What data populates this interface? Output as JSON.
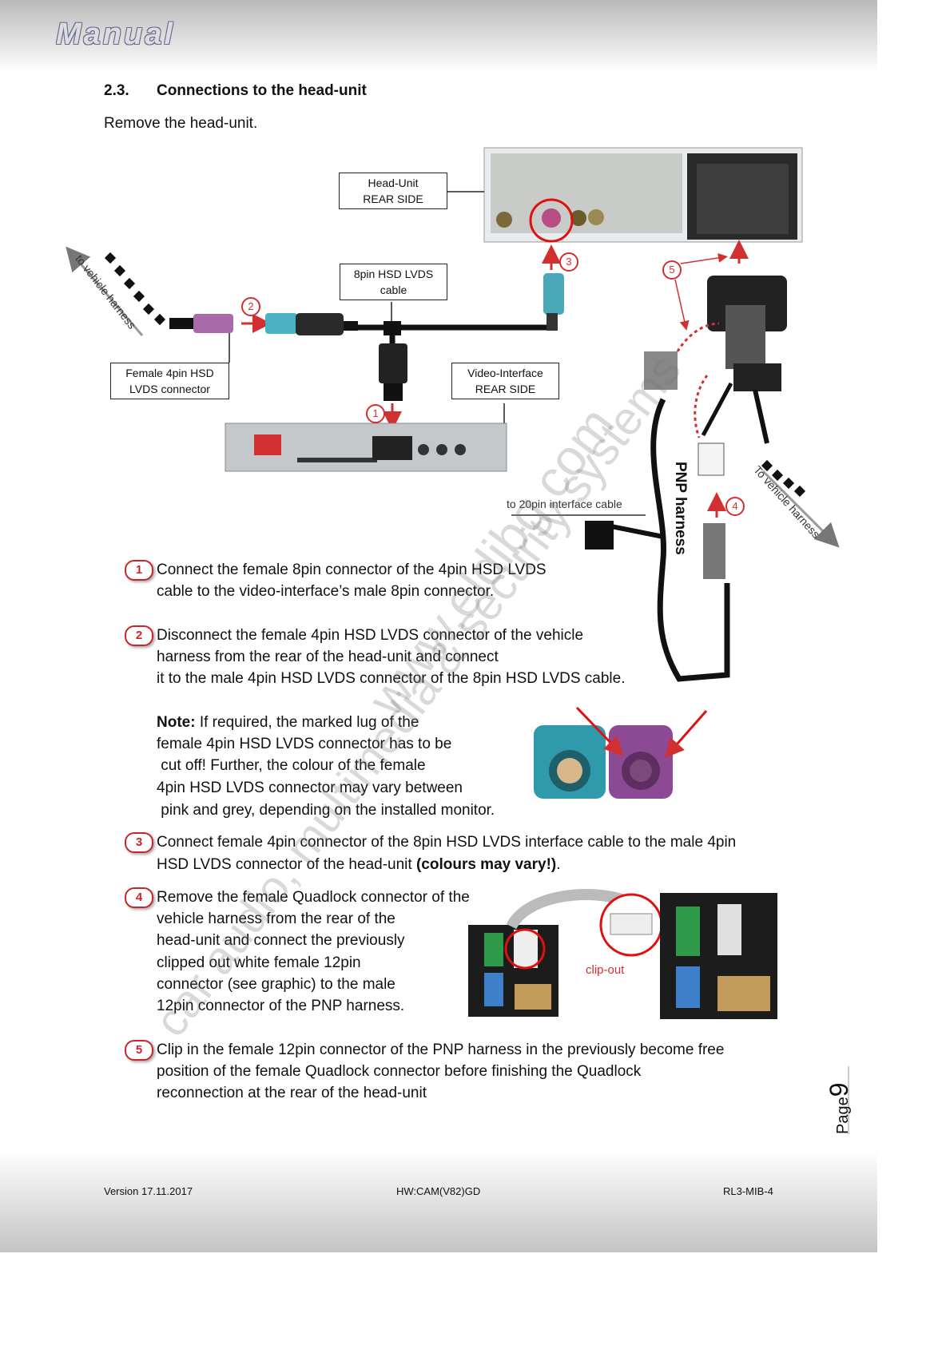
{
  "header": {
    "brand": "Manual"
  },
  "section": {
    "number": "2.3.",
    "title": "Connections to the head-unit"
  },
  "intro": "Remove the head-unit.",
  "labels": {
    "head_unit_line1": "Head-Unit",
    "head_unit_line2": "REAR SIDE",
    "cable_line1": "8pin HSD LVDS",
    "cable_line2": "cable",
    "female_line1": "Female 4pin HSD",
    "female_line2": "LVDS connector",
    "video_line1": "Video-Interface",
    "video_line2": "REAR SIDE",
    "to_vehicle_left": "to vehicle harness",
    "to_vehicle_right": "To vehicle harness",
    "pnp_harness": "PNP harness",
    "to_20pin": "to 20pin interface cable",
    "clip_out": "clip-out"
  },
  "badges": [
    "1",
    "2",
    "3",
    "4",
    "5"
  ],
  "steps": {
    "s1": {
      "num": "1",
      "l1": "Connect the female 8pin connector of the 4pin HSD LVDS",
      "l2": "cable to the  video-interface’s male 8pin connector."
    },
    "s2": {
      "num": "2",
      "l1": "Disconnect  the female 4pin HSD LVDS connector of the vehicle",
      "l2": "harness  from the rear of the head-unit and connect",
      "l3": "it to the male 4pin HSD LVDS connector of the 8pin HSD LVDS cable."
    },
    "note": {
      "label": "Note:",
      "l1": " If required, the marked lug of the",
      "l2": "female 4pin HSD LVDS connector has to be",
      "l3": " cut off! Further, the colour of the female",
      "l4": "4pin HSD LVDS connector may vary between",
      "l5": " pink and grey, depending on the installed monitor."
    },
    "s3": {
      "num": "3",
      "l1": "Connect female 4pin connector of the 8pin HSD LVDS interface cable to the male 4pin",
      "l2a": "HSD LVDS connector of the head-unit ",
      "l2b": "(colours may vary!)",
      "l2c": "."
    },
    "s4": {
      "num": "4",
      "l1": "Remove the female Quadlock connector of the",
      "l2": "vehicle harness from the rear of the",
      "l3": "head-unit and connect the previously",
      "l4": "clipped out white female 12pin",
      "l5": "connector (see graphic) to the male",
      "l6": "12pin connector of the PNP harness."
    },
    "s5": {
      "num": "5",
      "l1": "Clip in the female 12pin connector of the PNP harness in the previously become free",
      "l2": "position of the female Quadlock connector before finishing the Quadlock",
      "l3": "reconnection at the rear of the head-unit"
    }
  },
  "watermark": {
    "line1": "www.eldibg.com",
    "line2": "car audio, multimedia & security systems"
  },
  "page": {
    "label": "Page",
    "number": "9"
  },
  "footer": {
    "version": "Version 17.11.2017",
    "hw": "HW:CAM(V82)GD",
    "model": "RL3-MIB-4"
  },
  "colors": {
    "accent_red": "#d23030",
    "connector_teal": "#3aa0b0",
    "connector_purple": "#8a4a8a"
  }
}
